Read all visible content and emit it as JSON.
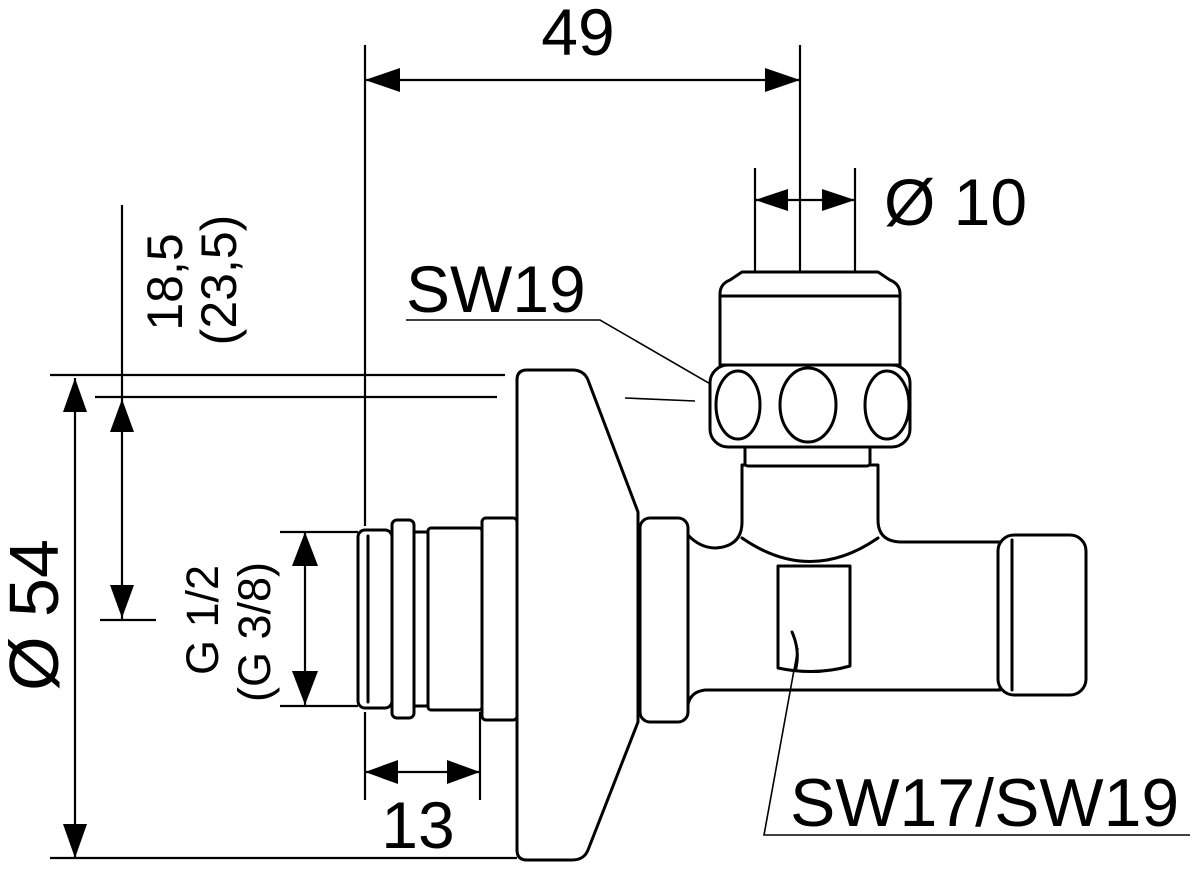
{
  "colors": {
    "ink": "#000000",
    "paper": "#ffffff"
  },
  "dimensions": {
    "width_49": "49",
    "diameter_10": "Ø 10",
    "wrench_top": "SW19",
    "offset_primary": "18,5",
    "offset_alt": "(23,5)",
    "diameter_54": "Ø 54",
    "thread_primary": "G 1/2",
    "thread_alt": "(G 3/8)",
    "length_13": "13",
    "wrench_bottom": "SW17/SW19"
  }
}
